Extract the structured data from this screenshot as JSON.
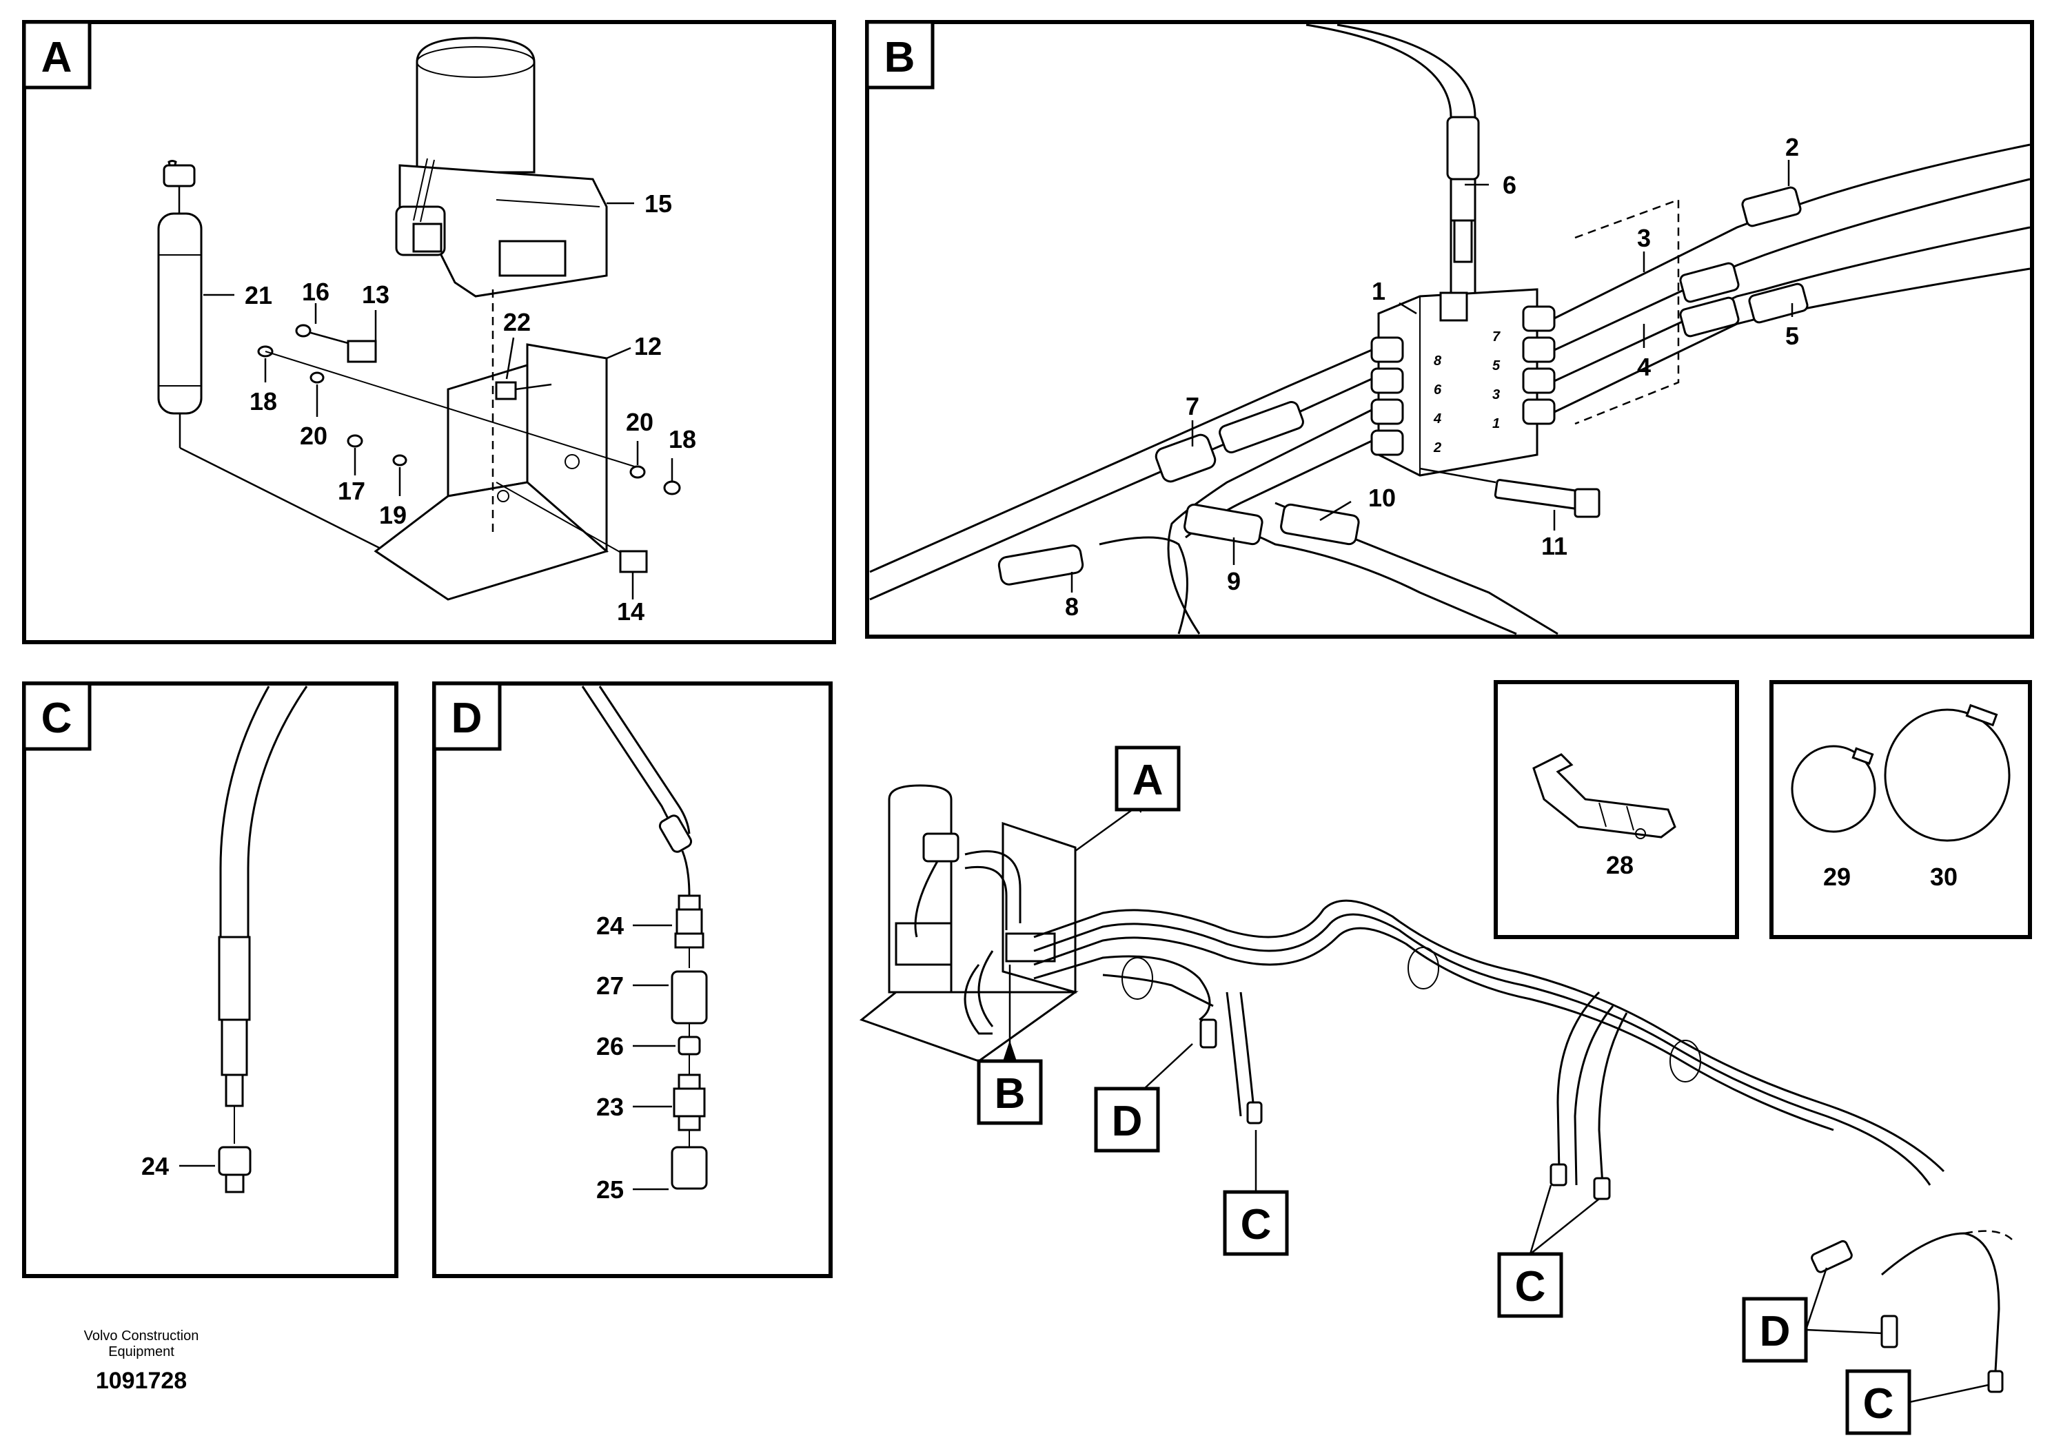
{
  "panels": {
    "A": {
      "label": "A",
      "callouts": [
        "21",
        "16",
        "13",
        "15",
        "22",
        "12",
        "18",
        "20",
        "20",
        "18",
        "17",
        "19",
        "14"
      ]
    },
    "B": {
      "label": "B",
      "callouts": [
        "6",
        "2",
        "3",
        "1",
        "4",
        "5",
        "7",
        "10",
        "11",
        "8",
        "9"
      ],
      "port_numbers": [
        "7",
        "8",
        "5",
        "6",
        "3",
        "4",
        "1",
        "2"
      ]
    },
    "C": {
      "label": "C",
      "callouts": [
        "24"
      ]
    },
    "D": {
      "label": "D",
      "callouts": [
        "24",
        "27",
        "26",
        "23",
        "25"
      ]
    },
    "P28": {
      "callouts": [
        "28"
      ]
    },
    "P29": {
      "callouts": [
        "29",
        "30"
      ]
    }
  },
  "overview": {
    "tags": [
      "A",
      "B",
      "D",
      "C",
      "C",
      "D",
      "C"
    ]
  },
  "footer": {
    "brand_line1": "Volvo Construction",
    "brand_line2": "Equipment",
    "doc_id": "1091728"
  }
}
